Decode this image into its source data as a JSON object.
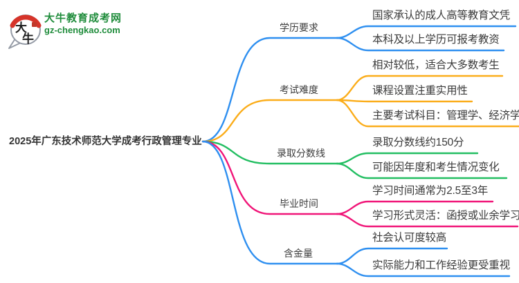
{
  "logo": {
    "site_name": "大牛教育成考网",
    "site_url": "gz-chengkao.com",
    "icon_char_1": "大",
    "icon_char_2": "牛",
    "brand_green": "#1F8C3B",
    "accent_red": "#D6342A"
  },
  "title": "2025年广东技术师范大学成考行政管理专业",
  "branches": [
    {
      "label": "学历要求",
      "color": "#2E8FF0",
      "leaves": [
        "国家承认的成人高等教育文凭",
        "本科及以上学历可报考教资"
      ]
    },
    {
      "label": "考试难度",
      "color": "#FBAD1A",
      "leaves": [
        "相对较低，适合大多数考生",
        "课程设置注重实用性",
        "主要考试科目：管理学、经济学"
      ]
    },
    {
      "label": "录取分数线",
      "color": "#22BE61",
      "leaves": [
        "录取分数线约150分",
        "可能因年度和考生情况变化"
      ]
    },
    {
      "label": "毕业时间",
      "color": "#F01578",
      "leaves": [
        "学习时间通常为2.5至3年",
        "学习形式灵活：函授或业余学习"
      ]
    },
    {
      "label": "含金量",
      "color": "#2E8FF0",
      "leaves": [
        "社会认可度较高",
        "实际能力和工作经验更受重视"
      ]
    }
  ]
}
